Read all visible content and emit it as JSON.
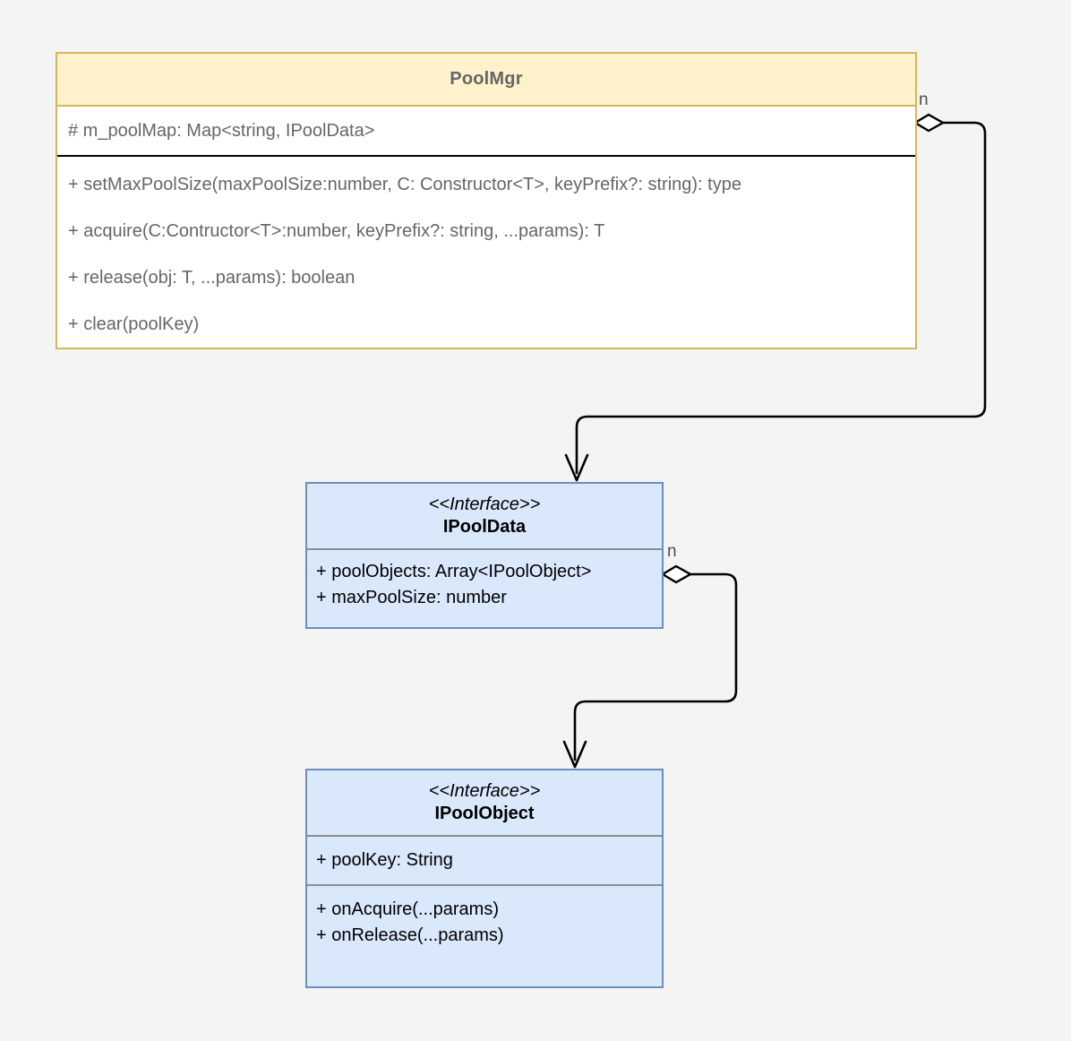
{
  "diagram": {
    "type": "uml-class-diagram",
    "background_color": "#f4f4f4"
  },
  "classes": [
    {
      "id": "poolmgr",
      "name": "PoolMgr",
      "stereotype": null,
      "kind": "class",
      "fill_color": "#ffffff",
      "header_fill_color": "#fff2cc",
      "border_color": "#d6b656",
      "text_color": "#666666",
      "attributes": [
        "# m_poolMap: Map<string, IPoolData>"
      ],
      "methods": [
        "+ setMaxPoolSize(maxPoolSize:number, C: Constructor<T>, keyPrefix?: string): type",
        "+ acquire(C:Contructor<T>:number, keyPrefix?: string, ...params): T",
        "+ release(obj: T, ...params): boolean",
        "+ clear(poolKey)"
      ]
    },
    {
      "id": "ipooldata",
      "name": "IPoolData",
      "stereotype": "<<Interface>>",
      "kind": "interface",
      "fill_color": "#dae8fc",
      "border_color": "#6c8ebf",
      "text_color": "#000000",
      "attributes": [
        "+ poolObjects: Array<IPoolObject>",
        "+ maxPoolSize: number"
      ],
      "methods": []
    },
    {
      "id": "ipoolobject",
      "name": "IPoolObject",
      "stereotype": "<<Interface>>",
      "kind": "interface",
      "fill_color": "#dae8fc",
      "border_color": "#6c8ebf",
      "text_color": "#000000",
      "attributes": [
        "+ poolKey: String"
      ],
      "methods": [
        "+ onAcquire(...params)",
        "+ onRelease(...params)"
      ]
    }
  ],
  "relationships": [
    {
      "id": "rel-poolmgr-ipooldata",
      "type": "aggregation",
      "from": "PoolMgr",
      "to": "IPoolData",
      "source_multiplicity": "n",
      "target_multiplicity": "",
      "line_color": "#000000"
    },
    {
      "id": "rel-ipooldata-ipoolobject",
      "type": "aggregation",
      "from": "IPoolData",
      "to": "IPoolObject",
      "source_multiplicity": "n",
      "target_multiplicity": "",
      "line_color": "#000000"
    }
  ]
}
